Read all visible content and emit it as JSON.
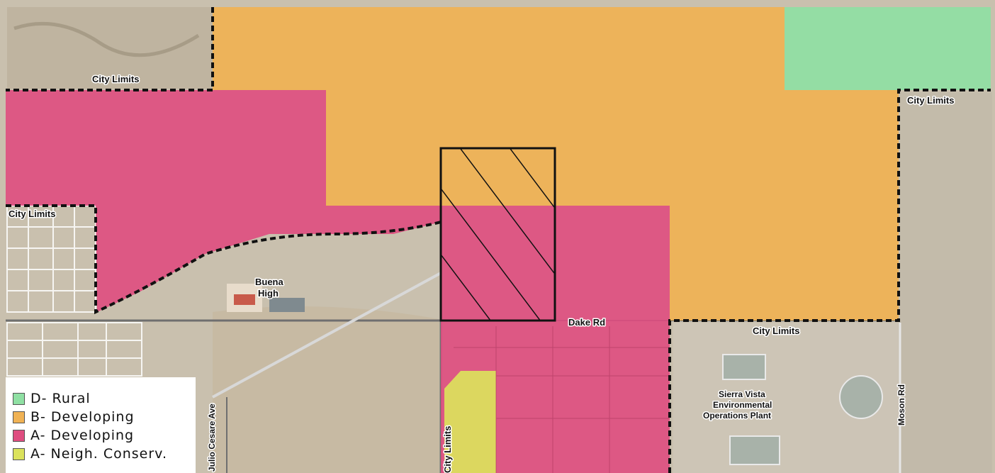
{
  "colors": {
    "rural": "#8fe0a3",
    "b_developing": "#f0b254",
    "a_developing": "#df4d80",
    "neigh_conserv": "#dbe25c",
    "city_limits_line": "#111111",
    "aerial_base": "#c9c0ae"
  },
  "labels": {
    "city_limits_top_left": "City Limits",
    "city_limits_top_right": "City Limits",
    "city_limits_left": "City Limits",
    "city_limits_bottom": "City Limits",
    "city_limits_vertical": "City Limits",
    "buena_high_1": "Buena",
    "buena_high_2": "High",
    "dake_rd": "Dake Rd",
    "plant_1": "Sierra Vista",
    "plant_2": "Environmental",
    "plant_3": "Operations Plant",
    "moson_rd": "Moson Rd",
    "cesare_ave": "Julio Cesare Ave"
  },
  "legend": {
    "items": [
      {
        "label": "D- Rural",
        "color": "#8fe0a3"
      },
      {
        "label": "B- Developing",
        "color": "#f0b254"
      },
      {
        "label": "A- Developing",
        "color": "#df4d80"
      },
      {
        "label": "A- Neigh. Conserv.",
        "color": "#dbe25c"
      }
    ]
  }
}
